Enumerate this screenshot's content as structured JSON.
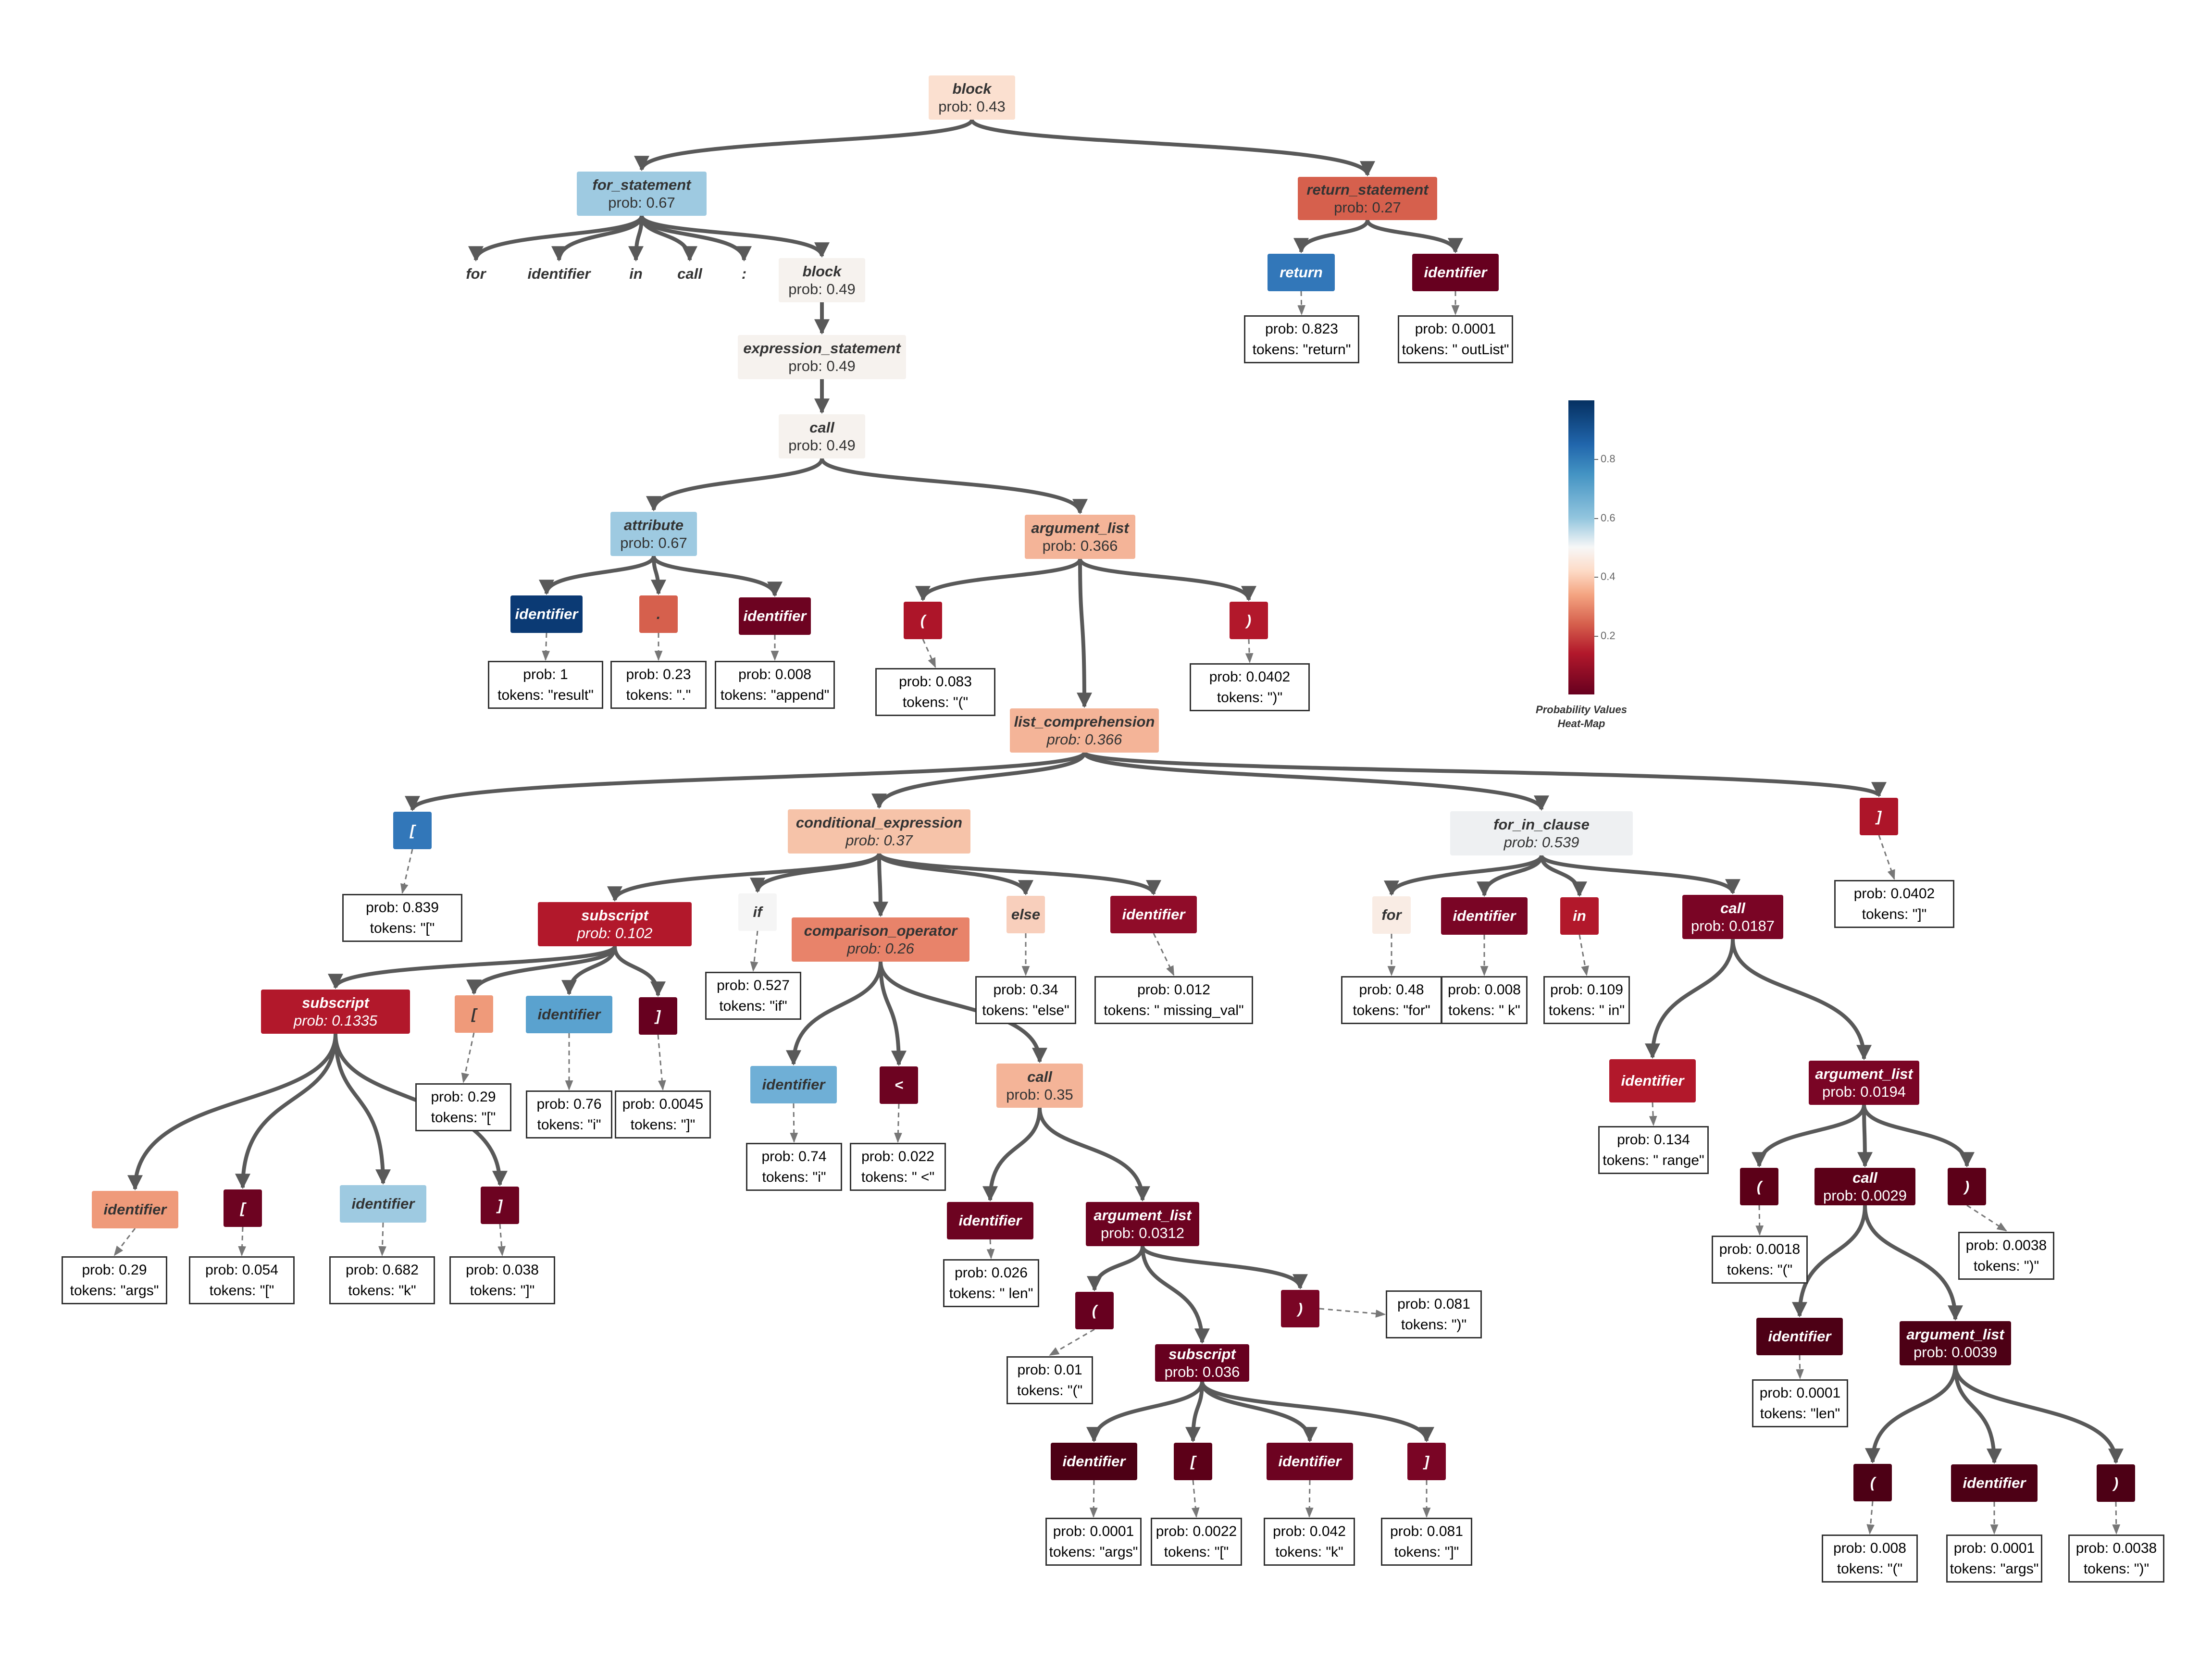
{
  "colors": {
    "edge": "#595959",
    "dashed": "#777777",
    "leaf_border": "#333333"
  },
  "nodes": [
    {
      "id": "n1",
      "label": "block",
      "prob": "prob: 0.43",
      "color": "#fbe0d0"
    },
    {
      "id": "n2",
      "label": "for_statement",
      "prob": "prob: 0.67",
      "color": "#9ecae1"
    },
    {
      "id": "n3",
      "label": "return_statement",
      "prob": "prob: 0.27",
      "color": "#d6604d"
    },
    {
      "id": "n4",
      "label": "for",
      "prob": "",
      "color": "none"
    },
    {
      "id": "n5",
      "label": "identifier",
      "prob": "",
      "color": "none"
    },
    {
      "id": "n6",
      "label": "in",
      "prob": "",
      "color": "none"
    },
    {
      "id": "n7",
      "label": "call",
      "prob": "",
      "color": "none"
    },
    {
      "id": "n8",
      "label": ":",
      "prob": "",
      "color": "none"
    },
    {
      "id": "n9",
      "label": "block",
      "prob": "prob: 0.49",
      "color": "#f6f2ee"
    },
    {
      "id": "n10",
      "label": "return",
      "prob": "",
      "color": "#3277b9"
    },
    {
      "id": "n11",
      "label": "identifier",
      "prob": "",
      "color": "#67001f"
    },
    {
      "id": "n12",
      "label": "expression_statement",
      "prob": "prob: 0.49",
      "color": "#f6f2ee"
    },
    {
      "id": "n13",
      "label": "call",
      "prob": "prob: 0.49",
      "color": "#f6f2ee"
    },
    {
      "id": "n14",
      "label": "attribute",
      "prob": "prob: 0.67",
      "color": "#9ecae1"
    },
    {
      "id": "n15",
      "label": "argument_list",
      "prob": "prob: 0.366",
      "color": "#f4b498"
    },
    {
      "id": "n16",
      "label": "identifier",
      "prob": "",
      "color": "#0b3a74"
    },
    {
      "id": "n17",
      "label": ".",
      "prob": "",
      "color": "#d6604d"
    },
    {
      "id": "n18",
      "label": "identifier",
      "prob": "",
      "color": "#6d0321"
    },
    {
      "id": "n19",
      "label": "(",
      "prob": "",
      "color": "#ad1529"
    },
    {
      "id": "n20",
      "label": ")",
      "prob": "",
      "color": "#b2182b"
    },
    {
      "id": "n21",
      "label": "list_comprehension",
      "prob": "prob: 0.366",
      "color": "#f4b498"
    },
    {
      "id": "n22",
      "label": "[",
      "prob": "",
      "color": "#3277b9"
    },
    {
      "id": "n23",
      "label": "conditional_expression",
      "prob": "prob: 0.37",
      "color": "#f6c3a9"
    },
    {
      "id": "n24",
      "label": "for_in_clause",
      "prob": "prob: 0.539",
      "color": "#eef0f2"
    },
    {
      "id": "n25",
      "label": "]",
      "prob": "",
      "color": "#ad1529"
    },
    {
      "id": "n26",
      "label": "subscript",
      "prob": "prob: 0.102",
      "color": "#b2182b"
    },
    {
      "id": "n27",
      "label": "if",
      "prob": "",
      "color": "#f5f5f5"
    },
    {
      "id": "n28",
      "label": "comparison_operator",
      "prob": "prob: 0.26",
      "color": "#e8836a"
    },
    {
      "id": "n29",
      "label": "else",
      "prob": "",
      "color": "#f8cfbc"
    },
    {
      "id": "n30",
      "label": "identifier",
      "prob": "",
      "color": "#900c29"
    },
    {
      "id": "n31",
      "label": "for",
      "prob": "",
      "color": "#f9ece4"
    },
    {
      "id": "n32",
      "label": "identifier",
      "prob": "",
      "color": "#7a0525"
    },
    {
      "id": "n33",
      "label": "in",
      "prob": "",
      "color": "#b2182b"
    },
    {
      "id": "n34",
      "label": "call",
      "prob": "prob: 0.0187",
      "color": "#7a0525"
    },
    {
      "id": "n35",
      "label": "subscript",
      "prob": "prob: 0.1335",
      "color": "#b2182b"
    },
    {
      "id": "n36",
      "label": "[",
      "prob": "",
      "color": "#ef9a7a"
    },
    {
      "id": "n37",
      "label": "identifier",
      "prob": "",
      "color": "#5aa2cf"
    },
    {
      "id": "n38",
      "label": "]",
      "prob": "",
      "color": "#67001f"
    },
    {
      "id": "n39",
      "label": "identifier",
      "prob": "",
      "color": "#6fafd6"
    },
    {
      "id": "n40",
      "label": "<",
      "prob": "",
      "color": "#6d0321"
    },
    {
      "id": "n41",
      "label": "call",
      "prob": "prob: 0.35",
      "color": "#f4b498"
    },
    {
      "id": "n42",
      "label": "identifier",
      "prob": "",
      "color": "#b2182b"
    },
    {
      "id": "n43",
      "label": "argument_list",
      "prob": "prob: 0.0194",
      "color": "#7a0525"
    },
    {
      "id": "n44",
      "label": "identifier",
      "prob": "",
      "color": "#ef9a7a"
    },
    {
      "id": "n45",
      "label": "[",
      "prob": "",
      "color": "#6d0321"
    },
    {
      "id": "n46",
      "label": "identifier",
      "prob": "",
      "color": "#9ecae1"
    },
    {
      "id": "n47",
      "label": "]",
      "prob": "",
      "color": "#6d0321"
    },
    {
      "id": "n48",
      "label": "identifier",
      "prob": "",
      "color": "#6d0321"
    },
    {
      "id": "n49",
      "label": "argument_list",
      "prob": "prob: 0.0312",
      "color": "#6d0321"
    },
    {
      "id": "n50",
      "label": "(",
      "prob": "",
      "color": "#5c0018"
    },
    {
      "id": "n51",
      "label": "call",
      "prob": "prob: 0.0029",
      "color": "#5c0018"
    },
    {
      "id": "n52",
      "label": ")",
      "prob": "",
      "color": "#5c0018"
    },
    {
      "id": "n53",
      "label": "(",
      "prob": "",
      "color": "#67001f"
    },
    {
      "id": "n54",
      "label": ")",
      "prob": "",
      "color": "#7a0525"
    },
    {
      "id": "n55",
      "label": "identifier",
      "prob": "",
      "color": "#4d0015"
    },
    {
      "id": "n56",
      "label": "argument_list",
      "prob": "prob: 0.0039",
      "color": "#4d0015"
    },
    {
      "id": "n57",
      "label": "subscript",
      "prob": "prob:  0.036",
      "color": "#67001f"
    },
    {
      "id": "n58",
      "label": "(",
      "prob": "",
      "color": "#4d0015"
    },
    {
      "id": "n59",
      "label": "identifier",
      "prob": "",
      "color": "#4d0015"
    },
    {
      "id": "n60",
      "label": ")",
      "prob": "",
      "color": "#4d0015"
    },
    {
      "id": "n61",
      "label": "identifier",
      "prob": "",
      "color": "#4d0015"
    },
    {
      "id": "n62",
      "label": "[",
      "prob": "",
      "color": "#5c0018"
    },
    {
      "id": "n63",
      "label": "identifier",
      "prob": "",
      "color": "#6d0321"
    },
    {
      "id": "n64",
      "label": "]",
      "prob": "",
      "color": "#7a0525"
    }
  ],
  "leaves": [
    {
      "id": "L1",
      "prob": "prob: 0.823",
      "tokens": "tokens: \"return\""
    },
    {
      "id": "L2",
      "prob": "prob: 0.0001",
      "tokens": "tokens: \" outList\""
    },
    {
      "id": "L3",
      "prob": "prob: 1",
      "tokens": "tokens: \"result\""
    },
    {
      "id": "L4",
      "prob": "prob: 0.23",
      "tokens": "tokens: \".\""
    },
    {
      "id": "L5",
      "prob": "prob: 0.008",
      "tokens": "tokens: \"append\""
    },
    {
      "id": "L6",
      "prob": "prob: 0.083",
      "tokens": "tokens: \"(\""
    },
    {
      "id": "L7",
      "prob": "prob: 0.0402",
      "tokens": "tokens: \")\""
    },
    {
      "id": "L8",
      "prob": "prob: 0.839",
      "tokens": "tokens: \"[\""
    },
    {
      "id": "L9",
      "prob": "prob: 0.527",
      "tokens": "tokens: \"if\""
    },
    {
      "id": "L10",
      "prob": "prob: 0.34",
      "tokens": "tokens: \"else\""
    },
    {
      "id": "L11",
      "prob": "prob: 0.012",
      "tokens": "tokens: \" missing_val\""
    },
    {
      "id": "L12",
      "prob": "prob: 0.48",
      "tokens": "tokens: \"for\""
    },
    {
      "id": "L13",
      "prob": "prob: 0.008",
      "tokens": "tokens: \" k\""
    },
    {
      "id": "L14",
      "prob": "prob: 0.109",
      "tokens": "tokens: \" in\""
    },
    {
      "id": "L15",
      "prob": "prob: 0.0402",
      "tokens": "tokens: \"]\""
    },
    {
      "id": "L16",
      "prob": "prob: 0.29",
      "tokens": "tokens: \"[\""
    },
    {
      "id": "L17",
      "prob": "prob: 0.76",
      "tokens": "tokens: \"i\""
    },
    {
      "id": "L18",
      "prob": "prob: 0.0045",
      "tokens": "tokens: \"]\""
    },
    {
      "id": "L19",
      "prob": "prob: 0.74",
      "tokens": "tokens: \"i\""
    },
    {
      "id": "L20",
      "prob": "prob: 0.022",
      "tokens": "tokens: \" <\""
    },
    {
      "id": "L21",
      "prob": "prob: 0.134",
      "tokens": "tokens: \" range\""
    },
    {
      "id": "L22",
      "prob": "prob: 0.29",
      "tokens": "tokens: \"args\""
    },
    {
      "id": "L23",
      "prob": "prob: 0.054",
      "tokens": "tokens: \"[\""
    },
    {
      "id": "L24",
      "prob": "prob: 0.682",
      "tokens": "tokens: \"k\""
    },
    {
      "id": "L25",
      "prob": "prob: 0.038",
      "tokens": "tokens: \"]\""
    },
    {
      "id": "L26",
      "prob": "prob: 0.026",
      "tokens": "tokens: \" len\""
    },
    {
      "id": "L27",
      "prob": "prob: 0.0018",
      "tokens": "tokens: \"(\""
    },
    {
      "id": "L28",
      "prob": "prob: 0.0038",
      "tokens": "tokens: \")\""
    },
    {
      "id": "L29",
      "prob": "prob: 0.081",
      "tokens": "tokens: \")\""
    },
    {
      "id": "L30",
      "prob": "prob: 0.01",
      "tokens": "tokens: \"(\""
    },
    {
      "id": "L31",
      "prob": "prob: 0.0001",
      "tokens": "tokens: \"len\""
    },
    {
      "id": "L32",
      "prob": "prob: 0.008",
      "tokens": "tokens: \"(\""
    },
    {
      "id": "L33",
      "prob": "prob: 0.0001",
      "tokens": "tokens: \"args\""
    },
    {
      "id": "L34",
      "prob": "prob: 0.0038",
      "tokens": "tokens: \")\""
    },
    {
      "id": "L35",
      "prob": "prob: 0.0001",
      "tokens": "tokens: \"args\""
    },
    {
      "id": "L36",
      "prob": "prob: 0.0022",
      "tokens": "tokens: \"[\""
    },
    {
      "id": "L37",
      "prob": "prob: 0.042",
      "tokens": "tokens: \"k\""
    },
    {
      "id": "L38",
      "prob": "prob: 0.081",
      "tokens": "tokens: \"]\""
    }
  ],
  "edges": [
    [
      "n1",
      "n2"
    ],
    [
      "n1",
      "n3"
    ],
    [
      "n2",
      "n4"
    ],
    [
      "n2",
      "n5"
    ],
    [
      "n2",
      "n6"
    ],
    [
      "n2",
      "n7"
    ],
    [
      "n2",
      "n8"
    ],
    [
      "n2",
      "n9"
    ],
    [
      "n3",
      "n10"
    ],
    [
      "n3",
      "n11"
    ],
    [
      "n9",
      "n12"
    ],
    [
      "n12",
      "n13"
    ],
    [
      "n13",
      "n14"
    ],
    [
      "n13",
      "n15"
    ],
    [
      "n14",
      "n16"
    ],
    [
      "n14",
      "n17"
    ],
    [
      "n14",
      "n18"
    ],
    [
      "n15",
      "n19"
    ],
    [
      "n15",
      "n20"
    ],
    [
      "n15",
      "n21"
    ],
    [
      "n21",
      "n22"
    ],
    [
      "n21",
      "n23"
    ],
    [
      "n21",
      "n24"
    ],
    [
      "n21",
      "n25"
    ],
    [
      "n23",
      "n26"
    ],
    [
      "n23",
      "n27"
    ],
    [
      "n23",
      "n28"
    ],
    [
      "n23",
      "n29"
    ],
    [
      "n23",
      "n30"
    ],
    [
      "n24",
      "n31"
    ],
    [
      "n24",
      "n32"
    ],
    [
      "n24",
      "n33"
    ],
    [
      "n24",
      "n34"
    ],
    [
      "n26",
      "n35"
    ],
    [
      "n26",
      "n36"
    ],
    [
      "n26",
      "n37"
    ],
    [
      "n26",
      "n38"
    ],
    [
      "n28",
      "n39"
    ],
    [
      "n28",
      "n40"
    ],
    [
      "n28",
      "n41"
    ],
    [
      "n34",
      "n42"
    ],
    [
      "n34",
      "n43"
    ],
    [
      "n35",
      "n44"
    ],
    [
      "n35",
      "n45"
    ],
    [
      "n35",
      "n46"
    ],
    [
      "n35",
      "n47"
    ],
    [
      "n41",
      "n48"
    ],
    [
      "n41",
      "n49"
    ],
    [
      "n43",
      "n50"
    ],
    [
      "n43",
      "n51"
    ],
    [
      "n43",
      "n52"
    ],
    [
      "n49",
      "n53"
    ],
    [
      "n49",
      "n54"
    ],
    [
      "n49",
      "n57"
    ],
    [
      "n51",
      "n55"
    ],
    [
      "n51",
      "n56"
    ],
    [
      "n56",
      "n58"
    ],
    [
      "n56",
      "n59"
    ],
    [
      "n56",
      "n60"
    ],
    [
      "n57",
      "n61"
    ],
    [
      "n57",
      "n62"
    ],
    [
      "n57",
      "n63"
    ],
    [
      "n57",
      "n64"
    ]
  ],
  "leaf_links": [
    [
      "n10",
      "L1"
    ],
    [
      "n11",
      "L2"
    ],
    [
      "n16",
      "L3"
    ],
    [
      "n17",
      "L4"
    ],
    [
      "n18",
      "L5"
    ],
    [
      "n19",
      "L6"
    ],
    [
      "n20",
      "L7"
    ],
    [
      "n22",
      "L8"
    ],
    [
      "n27",
      "L9"
    ],
    [
      "n29",
      "L10"
    ],
    [
      "n30",
      "L11"
    ],
    [
      "n31",
      "L12"
    ],
    [
      "n32",
      "L13"
    ],
    [
      "n33",
      "L14"
    ],
    [
      "n25",
      "L15"
    ],
    [
      "n36",
      "L16"
    ],
    [
      "n37",
      "L17"
    ],
    [
      "n38",
      "L18"
    ],
    [
      "n39",
      "L19"
    ],
    [
      "n40",
      "L20"
    ],
    [
      "n42",
      "L21"
    ],
    [
      "n44",
      "L22"
    ],
    [
      "n45",
      "L23"
    ],
    [
      "n46",
      "L24"
    ],
    [
      "n47",
      "L25"
    ],
    [
      "n48",
      "L26"
    ],
    [
      "n50",
      "L27"
    ],
    [
      "n52",
      "L28"
    ],
    [
      "n54",
      "L29"
    ],
    [
      "n53",
      "L30"
    ],
    [
      "n55",
      "L31"
    ],
    [
      "n58",
      "L32"
    ],
    [
      "n59",
      "L33"
    ],
    [
      "n60",
      "L34"
    ],
    [
      "n61",
      "L35"
    ],
    [
      "n62",
      "L36"
    ],
    [
      "n63",
      "L37"
    ],
    [
      "n64",
      "L38"
    ]
  ],
  "colorbar": {
    "title_line1": "Probability Values",
    "title_line2": "Heat-Map",
    "ticks": [
      {
        "label": "0.8",
        "value": 0.8
      },
      {
        "label": "0.6",
        "value": 0.6
      },
      {
        "label": "0.4",
        "value": 0.4
      },
      {
        "label": "0.2",
        "value": 0.2
      }
    ]
  }
}
